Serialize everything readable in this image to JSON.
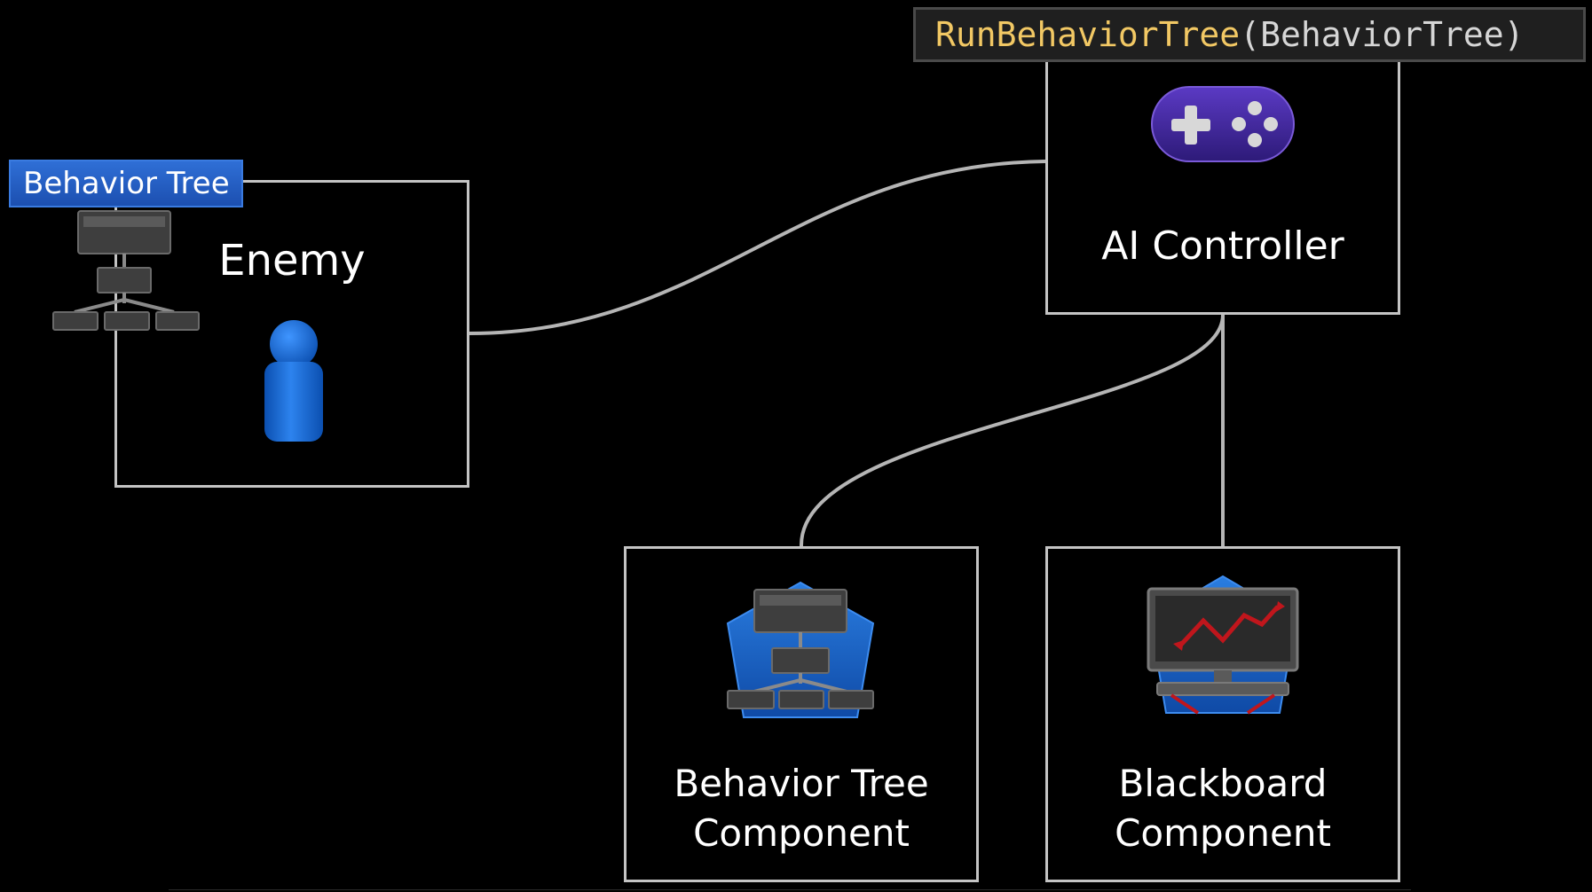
{
  "code_banner": {
    "function": "RunBehaviorTree",
    "open_paren": "(",
    "argument": "BehaviorTree",
    "close_paren": ")"
  },
  "tag": {
    "label": "Behavior Tree"
  },
  "nodes": {
    "enemy": {
      "title": "Enemy"
    },
    "ai_controller": {
      "title": "AI Controller"
    },
    "bt_component": {
      "line1": "Behavior Tree",
      "line2": "Component"
    },
    "blackboard_component": {
      "line1": "Blackboard",
      "line2": "Component"
    }
  },
  "icons": {
    "gamepad": "gamepad-icon",
    "tree": "behavior-tree-icon",
    "person": "person-icon",
    "bt_component": "behavior-tree-component-icon",
    "blackboard": "blackboard-monitor-icon"
  },
  "colors": {
    "background": "#000000",
    "box_border": "#c4c4c4",
    "code_function": "#f2c864",
    "code_argument": "#d6d6d6",
    "tag_blue": "#2f6fd6",
    "icon_blue": "#1f6fd0",
    "gamepad_purple": "#4b2ea8",
    "chart_red": "#c0161c"
  }
}
